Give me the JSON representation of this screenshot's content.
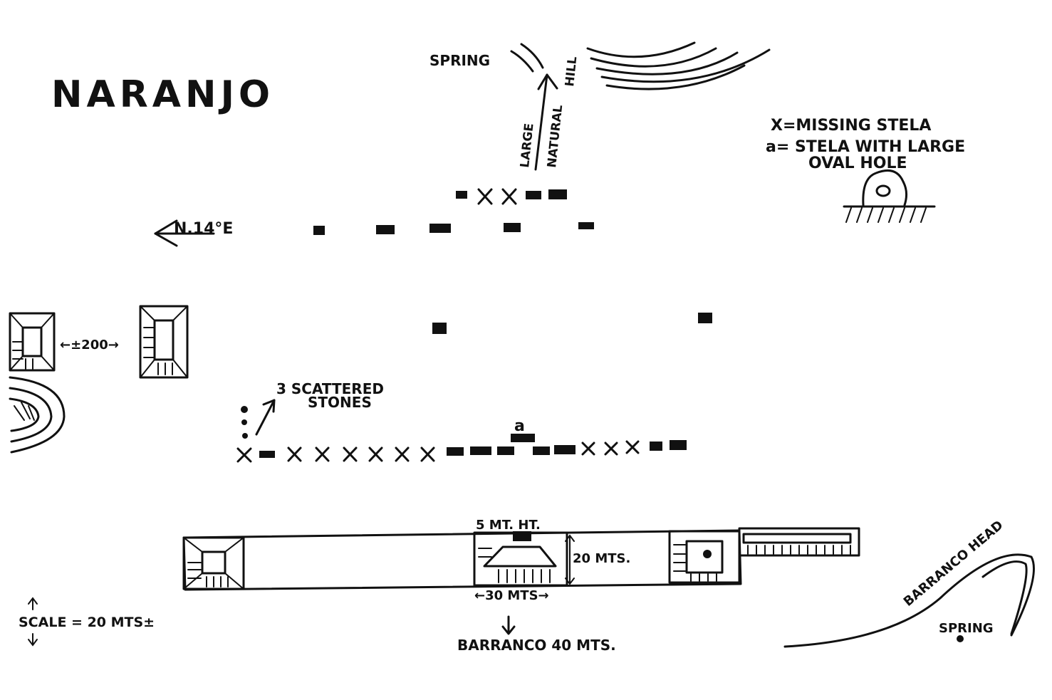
{
  "title": "NARANJO",
  "north_label": "N.14°E",
  "spring_top_label": "SPRING",
  "hill_label_1": "LARGE",
  "hill_label_2": "NATURAL",
  "hill_label_3": "HILL",
  "legend": {
    "x_text": "X=MISSING STELA",
    "a_text": "a= STELA WITH LARGE",
    "a_text_2": "OVAL HOLE"
  },
  "distance_label": "←±200→",
  "scattered_label_1": "3 SCATTERED",
  "scattered_label_2": "STONES",
  "stela_a_marker": "a",
  "height_label": "5 MT. HT.",
  "width_label": "20 MTS.",
  "length_label": "←30 MTS→",
  "barranco_label": "BARRANCO 40 MTS.",
  "barranco_head_label": "BARRANCO HEAD",
  "spring_bottom_label": "SPRING",
  "scale_label": "SCALE = 20 MTS±",
  "colors": {
    "ink": "#111111",
    "paper": "#ffffff"
  }
}
